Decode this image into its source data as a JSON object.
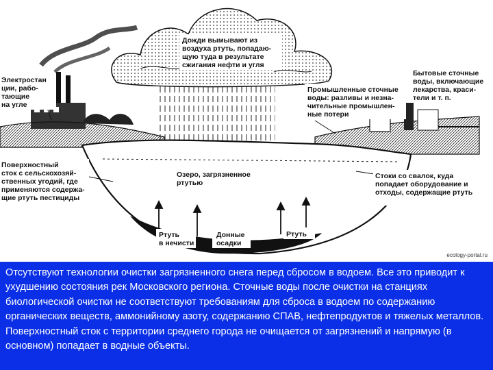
{
  "diagram": {
    "labels": {
      "rain": [
        "Дожди вымывают из",
        "воздуха ртуть, попадаю-",
        "щую туда в результате",
        "сжигания нефти и угля"
      ],
      "power_plant": [
        "Электростан",
        "ции, рабо-",
        "тающие",
        "на угле"
      ],
      "household": [
        "Бытовые сточные",
        "воды, включающие",
        "лекарства, краси-",
        "тели и т. п."
      ],
      "industrial": [
        "Промышленные сточные",
        "воды: разливы и незна-",
        "чительные промышлен-",
        "ные потери"
      ],
      "agricultural": [
        "Поверхностный",
        "сток с сельскохозяй-",
        "ственных угодий, где",
        "применяются содержа-",
        "щие ртуть пестициды"
      ],
      "lake": [
        "Озеро, загрязненное",
        "ртутью"
      ],
      "sewers": [
        "Стоки со свалок, куда",
        "попадает оборудование и",
        "отходы, содержащие ртуть"
      ],
      "mercury_left": [
        "Ртуть",
        "в нечисти"
      ],
      "sediments": [
        "Донные",
        "осадки"
      ],
      "mercury_right": [
        "Ртуть"
      ]
    },
    "watermark": "ecology-portal.ru"
  },
  "caption": {
    "text": "Отсутствуют технологии очистки загрязненного снега перед сбросом в водоем. Все это приводит к ухудшению состояния рек Московского региона. Сточные воды после очистки на  станциях биологической очистки не соответствуют требованиям для сброса в водоем по содержанию органических веществ, аммонийному азоту, содержанию СПАВ, нефтепродуктов и тяжелых металлов. Поверхностный сток с территории среднего города не очищается от загрязнений и напрямую (в основном) попадает в водные объекты."
  },
  "colors": {
    "caption_background": "#0a2fe6",
    "caption_text": "#ffffff",
    "ink": "#111111"
  }
}
